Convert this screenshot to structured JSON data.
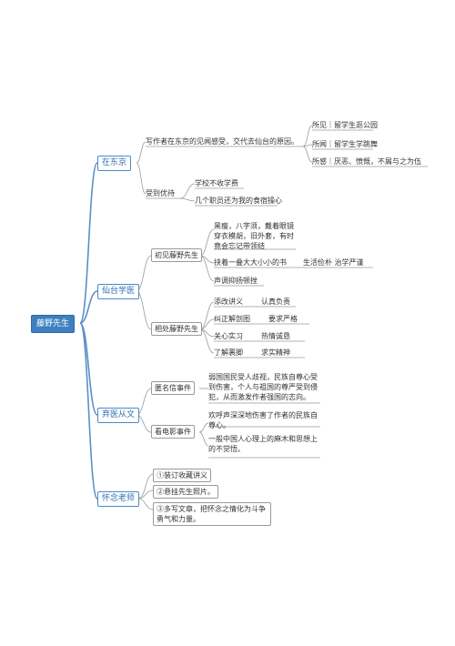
{
  "root": "藤野先生",
  "branches": [
    {
      "label": "在东京",
      "children": [
        {
          "label": "写作者在东京的见闻感受，交代去仙台的原因。",
          "leaves": [
            "所见｜留学生逛公园",
            "所闻｜留学生学跳舞",
            "所感｜厌恶、愤慨，不屑与之为伍"
          ]
        },
        {
          "label": "受到优待",
          "leaves": [
            "学校不收学费",
            "几个职员还为我的食宿操心"
          ]
        }
      ]
    },
    {
      "label": "仙台学医",
      "children": [
        {
          "label": "初见藤野先生",
          "leaves": [
            "黑瘦，八字须，戴着眼镜穿衣模胡，旧外套，有时竟会忘记带领结",
            "挟着一叠大大小小的书",
            "声调抑扬顿挫"
          ],
          "extra": "生活俭朴 治学严谨"
        },
        {
          "label": "相处藤野先生",
          "leaves": [
            "添改讲义",
            "纠正解剖图",
            "关心实习",
            "了解裹脚"
          ],
          "notes": [
            "认真负责",
            "要求严格",
            "热情诚恳",
            "求实精神"
          ]
        }
      ]
    },
    {
      "label": "弃医从文",
      "children": [
        {
          "label": "匿名信事件",
          "leaves": [
            "弱国国民受人歧视，民族自尊心受到伤害，个人与祖国的尊严受到侵犯，从而激发作者强国的志向。"
          ]
        },
        {
          "label": "看电影事件",
          "leaves": [
            "欢呼声深深地伤害了作者的民族自尊心。",
            "一般中国人心理上的麻木和思想上的不觉悟。"
          ]
        }
      ]
    },
    {
      "label": "怀念老师",
      "leaves": [
        "①装订收藏讲义",
        "②悬挂先生照片。",
        "③多写文章，把怀念之情化为斗争勇气和力量。"
      ]
    }
  ]
}
